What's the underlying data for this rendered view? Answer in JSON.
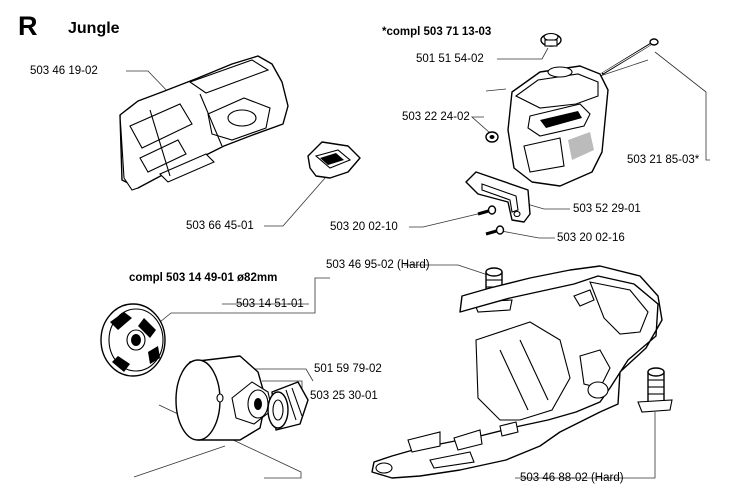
{
  "header": {
    "section_letter": "R",
    "title": "Jungle"
  },
  "kits": {
    "cover_kit": "*compl 503 71 13-03",
    "clutch_kit": "compl 503 14 49-01 ø82mm"
  },
  "labels": {
    "chain_brake_cover": "503 46 19-02",
    "cover_plate": "503 66 45-01",
    "plug": "501 51 54-02",
    "nut": "503 22 24-02",
    "rod": "503 21 85-03*",
    "bracket": "503 52 29-01",
    "screw_a": "503 20 02-10",
    "screw_b": "503 20 02-16",
    "clutch": "503 14 51-01",
    "buffer_hard_top": "503 46 95-02 (Hard)",
    "bearing": "501 59 79-02",
    "clutch_drum": "503 25 30-01",
    "buffer_hard_bottom": "503 46 88-02 (Hard)"
  }
}
